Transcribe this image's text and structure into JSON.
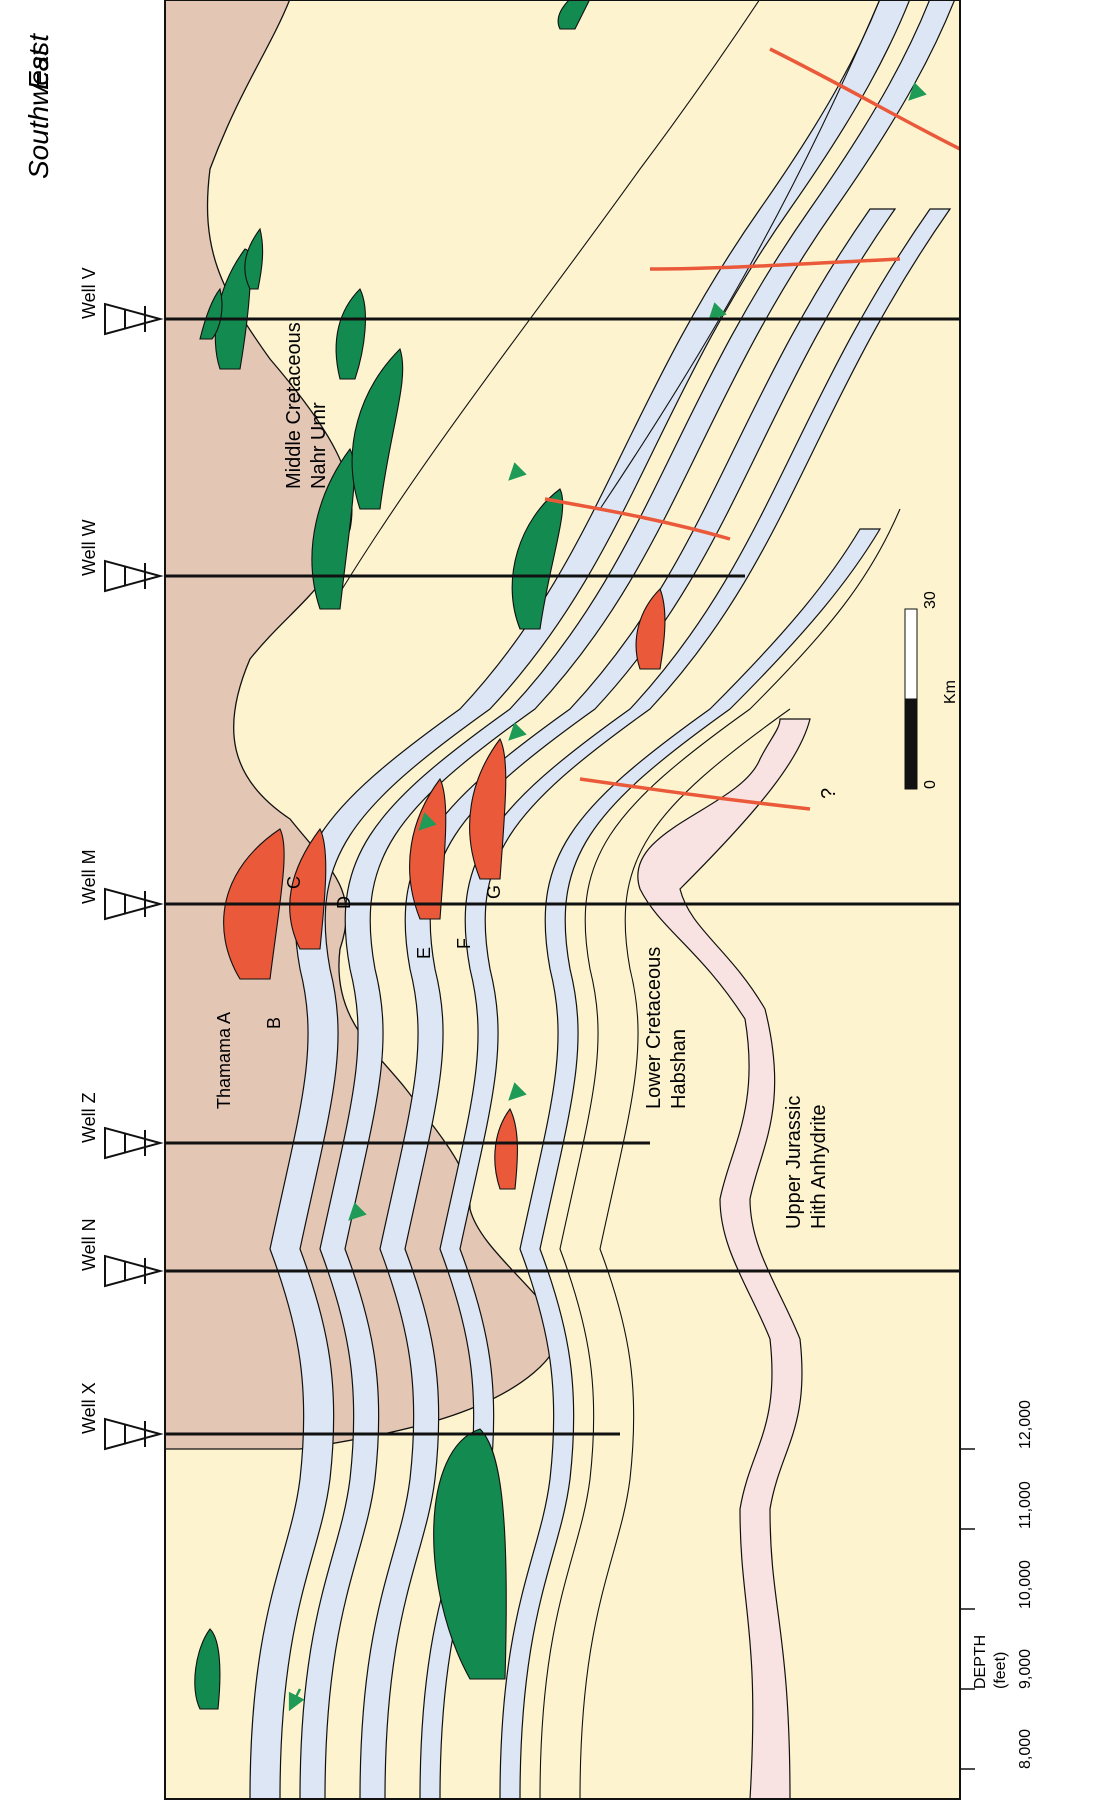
{
  "orientation": {
    "southwest": "Southwest",
    "east": "East"
  },
  "wells": [
    {
      "id": "x",
      "label": "Well X"
    },
    {
      "id": "n",
      "label": "Well N"
    },
    {
      "id": "z",
      "label": "Well Z"
    },
    {
      "id": "m",
      "label": "Well M"
    },
    {
      "id": "w",
      "label": "Well W"
    },
    {
      "id": "v",
      "label": "Well V"
    }
  ],
  "depth_axis": {
    "title_line1": "DEPTH",
    "title_line2": "(feet)",
    "unit": "feet",
    "ticks": [
      "8,000",
      "9,000",
      "10,000",
      "11,000",
      "12,000"
    ]
  },
  "formations": {
    "middle_cretaceous": {
      "line1": "Middle Cretaceous",
      "line2": "Nahr Umr"
    },
    "lower_cretaceous": {
      "line1": "Lower Cretaceous",
      "line2": "Habshan"
    },
    "upper_jurassic": {
      "line1": "Upper Jurassic",
      "line2": "Hith Anhydrite"
    }
  },
  "zone_labels": {
    "thamama_a": "Thamama A",
    "b": "B",
    "c": "C",
    "d": "D",
    "e": "E",
    "f": "F",
    "g": "G"
  },
  "fault_question": "?",
  "scale_bar": {
    "min_label": "0",
    "max_label": "30",
    "unit": "Km"
  },
  "colors": {
    "nahr_umr": "#e4c6b5",
    "habshan": "#fdf4cf",
    "water_layer": "#dde6f4",
    "gas_cap": "#ea5a3a",
    "oil": "#138a50",
    "anhydrite": "#f9e2e2",
    "fault": "#ea5a3a",
    "flow_arrow": "#1f9a57",
    "line": "#111111"
  }
}
